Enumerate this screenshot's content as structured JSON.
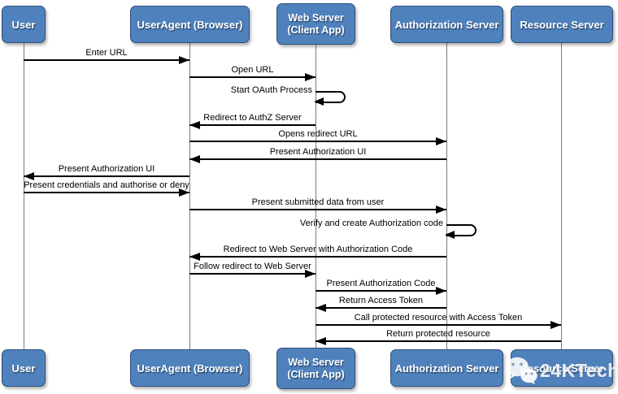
{
  "diagram": {
    "actors": [
      {
        "name": "User"
      },
      {
        "name": "UserAgent (Browser)"
      },
      {
        "name": "Web Server (Client App)",
        "line1": "Web Server",
        "line2": "(Client App)"
      },
      {
        "name": "Authorization Server"
      },
      {
        "name": "Resource Server"
      }
    ],
    "messages": [
      {
        "label": "Enter URL",
        "from": "User",
        "to": "UserAgent (Browser)",
        "type": "message",
        "direction": "right"
      },
      {
        "label": "Open URL",
        "from": "UserAgent (Browser)",
        "to": "Web Server (Client App)",
        "type": "message",
        "direction": "right"
      },
      {
        "label": "Start OAuth Process",
        "from": "Web Server (Client App)",
        "to": "Web Server (Client App)",
        "type": "self",
        "direction": "self"
      },
      {
        "label": "Redirect to AuthZ Server",
        "from": "Web Server (Client App)",
        "to": "UserAgent (Browser)",
        "type": "message",
        "direction": "left"
      },
      {
        "label": "Opens redirect URL",
        "from": "UserAgent (Browser)",
        "to": "Authorization Server",
        "type": "message",
        "direction": "right"
      },
      {
        "label": "Present Authorization UI",
        "from": "Authorization Server",
        "to": "UserAgent (Browser)",
        "type": "message",
        "direction": "left"
      },
      {
        "label": "Present Authorization UI",
        "from": "UserAgent (Browser)",
        "to": "User",
        "type": "message",
        "direction": "left"
      },
      {
        "label": "Present credentials and authorise or deny",
        "from": "User",
        "to": "UserAgent (Browser)",
        "type": "message",
        "direction": "right"
      },
      {
        "label": "Present submitted data from user",
        "from": "UserAgent (Browser)",
        "to": "Authorization Server",
        "type": "message",
        "direction": "right"
      },
      {
        "label": "Verify and create Authorization code",
        "from": "Authorization Server",
        "to": "Authorization Server",
        "type": "self",
        "direction": "self"
      },
      {
        "label": "Redirect to Web Server with Authorization Code",
        "from": "Authorization Server",
        "to": "UserAgent (Browser)",
        "type": "message",
        "direction": "left"
      },
      {
        "label": "Follow redirect to Web Server",
        "from": "UserAgent (Browser)",
        "to": "Web Server (Client App)",
        "type": "message",
        "direction": "right"
      },
      {
        "label": "Present Authorization Code",
        "from": "Web Server (Client App)",
        "to": "Authorization Server",
        "type": "message",
        "direction": "right"
      },
      {
        "label": "Return Access Token",
        "from": "Authorization Server",
        "to": "Web Server (Client App)",
        "type": "message",
        "direction": "left"
      },
      {
        "label": "Call protected resource with Access Token",
        "from": "Web Server (Client App)",
        "to": "Resource Server",
        "type": "message",
        "direction": "right"
      },
      {
        "label": "Return protected resource",
        "from": "Resource Server",
        "to": "Web Server (Client App)",
        "type": "message",
        "direction": "left"
      }
    ],
    "colors": {
      "actor_fill": "#4f81bd",
      "actor_border": "#2d4d76",
      "actor_text": "#ffffff",
      "lifeline": "#7b7b7b",
      "arrow": "#000000",
      "background": "#ffffff"
    }
  },
  "watermark": {
    "text": "24KTech",
    "icon": "wechat-icon"
  }
}
